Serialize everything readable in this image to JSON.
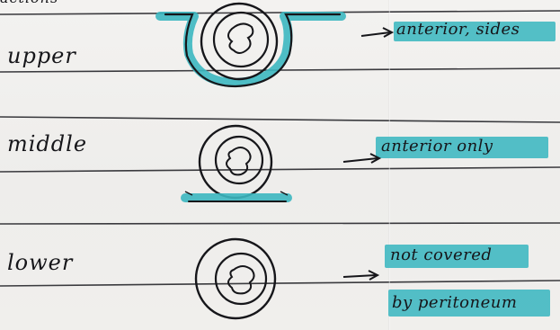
{
  "heading_fragment": "actions",
  "rows": [
    {
      "label": "upper",
      "note": "anterior, sides"
    },
    {
      "label": "middle",
      "note": "anterior only"
    },
    {
      "label": "lower",
      "note_line1": "not covered",
      "note_line2": "by peritoneum"
    }
  ],
  "colors": {
    "ink": "#16161a",
    "highlighter": "#3cb7c0",
    "paper": "#f1f0ee",
    "rule_line": "#3a3a3e"
  }
}
